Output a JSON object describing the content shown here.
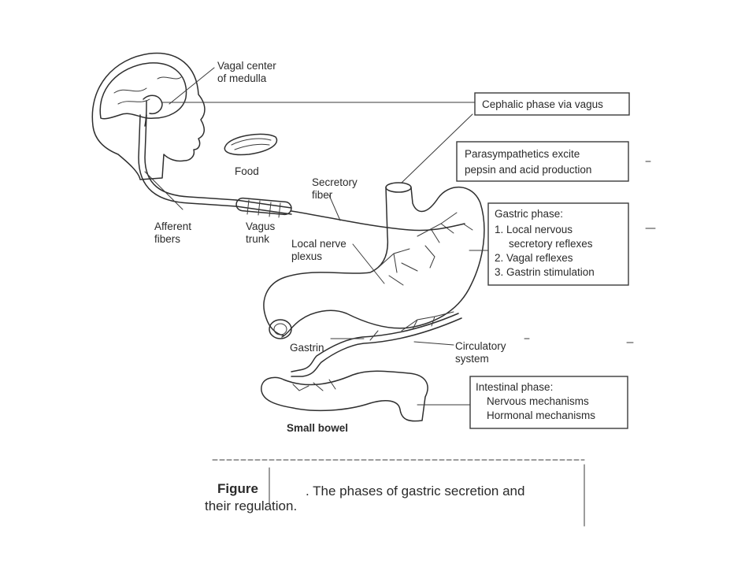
{
  "labels": {
    "vagal_center_line1": "Vagal center",
    "vagal_center_line2": "of medulla",
    "food": "Food",
    "secretory_fiber_line1": "Secretory",
    "secretory_fiber_line2": "fiber",
    "afferent_fibers_line1": "Afferent",
    "afferent_fibers_line2": "fibers",
    "vagus_trunk_line1": "Vagus",
    "vagus_trunk_line2": "trunk",
    "local_nerve_plexus_line1": "Local nerve",
    "local_nerve_plexus_line2": "plexus",
    "gastrin": "Gastrin",
    "circulatory_system_line1": "Circulatory",
    "circulatory_system_line2": "system",
    "small_bowel": "Small bowel"
  },
  "boxes": {
    "cephalic": {
      "text": "Cephalic phase via vagus"
    },
    "parasympathetics": {
      "line1": "Parasympathetics excite",
      "line2": "pepsin and acid production"
    },
    "gastric": {
      "title": "Gastric phase:",
      "item1_line1": "1. Local nervous",
      "item1_line2": "secretory reflexes",
      "item2": "2. Vagal reflexes",
      "item3": "3. Gastrin stimulation"
    },
    "intestinal": {
      "title": "Intestinal phase:",
      "item1": "Nervous mechanisms",
      "item2": "Hormonal mechanisms"
    }
  },
  "caption": {
    "figure_word": "Figure",
    "text_line1": ". The phases of gastric secretion and",
    "text_line2": "their regulation."
  }
}
